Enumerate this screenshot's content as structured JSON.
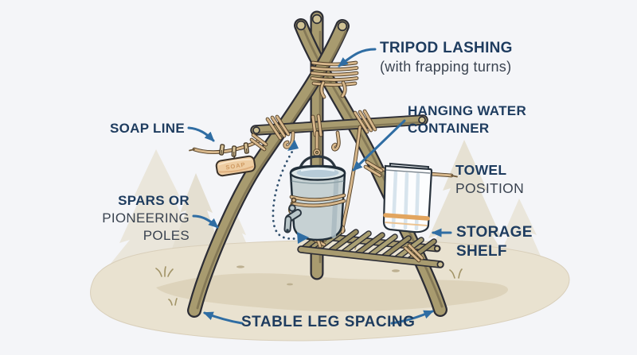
{
  "labels": {
    "tripod_lashing": {
      "title": "TRIPOD LASHING",
      "subtitle": "(with frapping turns)"
    },
    "soap_line": {
      "title": "SOAP LINE"
    },
    "hanging_water_container": {
      "line1": "HANGING WATER",
      "line2": "CONTAINER"
    },
    "towel_position": {
      "title": "TOWEL",
      "subtitle": "POSITION"
    },
    "spars": {
      "title": "SPARS OR",
      "subtitle": "PIONEERING POLES"
    },
    "storage_shelf": {
      "title": "STORAGE SHELF"
    },
    "stable_leg_spacing": {
      "title": "STABLE LEG SPACING"
    },
    "soap_bar": "SOAP"
  },
  "colors": {
    "background": "#F4F5F8",
    "label_primary": "#1E3C5F",
    "label_secondary": "#3A4350",
    "arrow": "#2F6DA3",
    "pole_wood": "#A89B6F",
    "rope": "#D8B88C",
    "bucket_body": "#C6D1D3",
    "towel_stripe": "#E2A55F",
    "soap_bar": "#EECDA2",
    "ground": "#E9E2D0",
    "ground_shadow": "#D8CDB3",
    "tree": "#EAE6DB"
  }
}
